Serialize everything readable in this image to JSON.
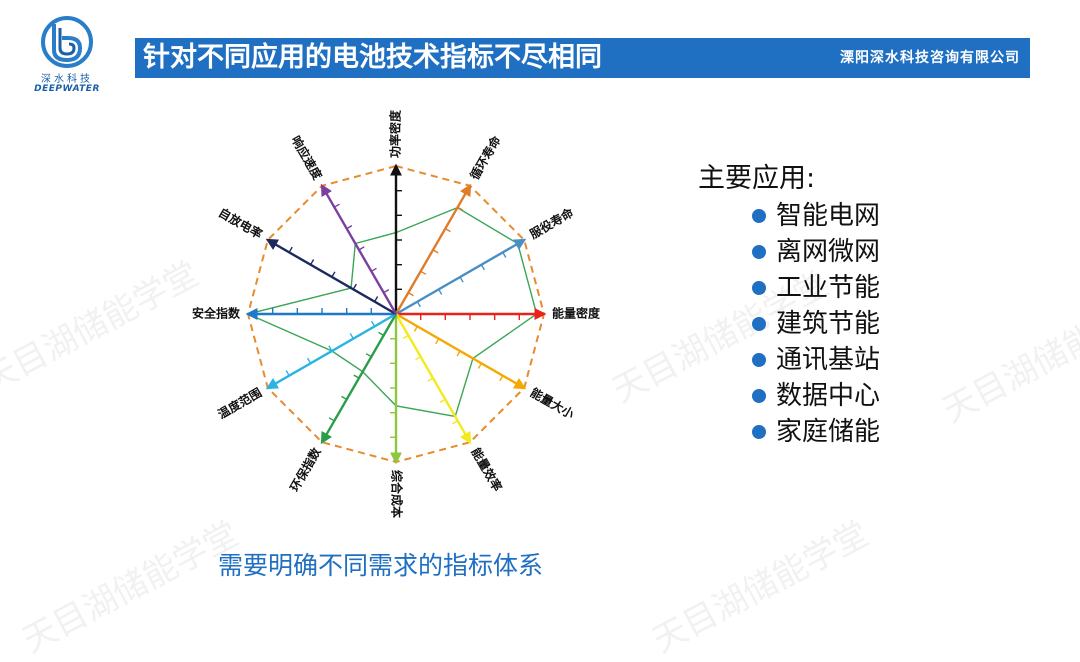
{
  "logo": {
    "cn": "深水科技",
    "en": "DEEPWATER"
  },
  "header": {
    "title": "针对不同应用的电池技术指标不尽相同",
    "company": "溧阳深水科技咨询有限公司"
  },
  "diagram": {
    "axes": [
      {
        "label": "功率密度",
        "color": "#111111"
      },
      {
        "label": "循环寿命",
        "color": "#e07b2a"
      },
      {
        "label": "服役寿命",
        "color": "#4a8fc4"
      },
      {
        "label": "能量密度",
        "color": "#e8231b"
      },
      {
        "label": "能量大小",
        "color": "#f5a800"
      },
      {
        "label": "能量效率",
        "color": "#f2ea1a"
      },
      {
        "label": "综合成本",
        "color": "#8ec63f"
      },
      {
        "label": "环保指数",
        "color": "#2a9d4a"
      },
      {
        "label": "温度范围",
        "color": "#29b4e4"
      },
      {
        "label": "安全指数",
        "color": "#1f78c8"
      },
      {
        "label": "自放电率",
        "color": "#1b2a5e"
      },
      {
        "label": "响应速度",
        "color": "#7b3fa0"
      }
    ],
    "profile_values": [
      0.55,
      0.83,
      0.95,
      0.95,
      0.6,
      0.8,
      0.62,
      0.45,
      0.5,
      1.0,
      0.35,
      0.55
    ],
    "outline_color": "#e88a2e",
    "profile_color": "#3aa655"
  },
  "apps": {
    "title": "主要应用:",
    "items": [
      "智能电网",
      "离网微网",
      "工业节能",
      "建筑节能",
      "通讯基站",
      "数据中心",
      "家庭储能"
    ]
  },
  "note": "需要明确不同需求的指标体系"
}
